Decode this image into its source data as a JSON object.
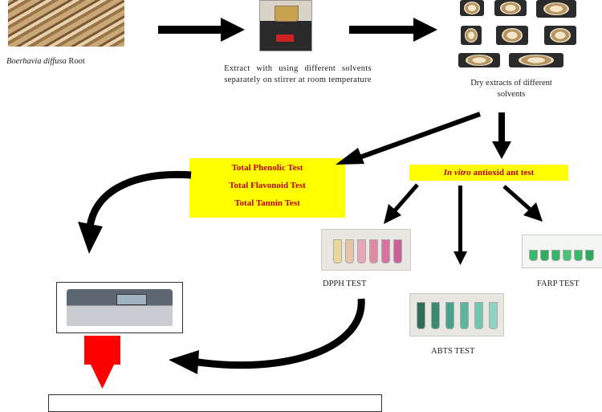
{
  "captions": {
    "root": "Boerhavia diffusa Root",
    "root_italic": "Boerhavia diffusa",
    "root_rest": " Root",
    "extract_line1": "Extract with using different solvents",
    "extract_line2": "separately on stirrer at room temperature",
    "dry_line1": "Dry extracts of different",
    "dry_line2": "solvents",
    "dpph": "DPPH TEST",
    "abts": "ABTS TEST",
    "farp": "FARP TEST"
  },
  "phyto_box": {
    "items": [
      "Total Phenolic Test",
      "Total Flavonoid Test",
      "Total Tannin Test"
    ]
  },
  "antioxidant_box": {
    "italic": "In vitro",
    "rest": " antioxid ant test"
  },
  "colors": {
    "yellow": "#ffff00",
    "text_red": "#c00000",
    "arrow": "#000000",
    "down_arrow_red": "#ff0000"
  },
  "icons": [
    "arrow-right-icon",
    "arrow-down-icon",
    "curved-arrow-icon",
    "red-down-arrow-icon"
  ]
}
